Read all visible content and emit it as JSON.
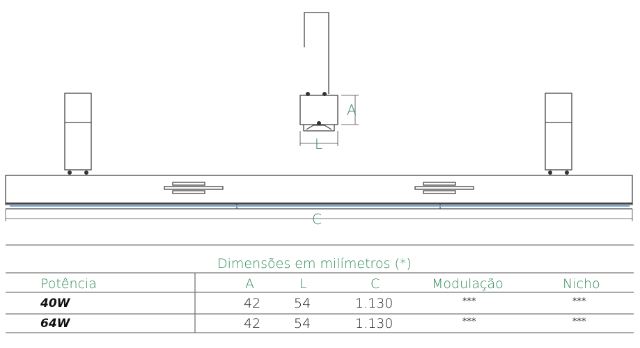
{
  "drawing": {
    "dim_a": "A",
    "dim_l": "L",
    "dim_c": "C"
  },
  "table": {
    "title": "Dimensões em milímetros (*)",
    "headers": [
      "Potência",
      "A",
      "L",
      "C",
      "Modulação",
      "Nicho"
    ],
    "rows": [
      [
        "40W",
        "42",
        "54",
        "1.130",
        "***",
        "***"
      ],
      [
        "64W",
        "42",
        "54",
        "1.130",
        "***",
        "***"
      ]
    ]
  },
  "colors": {
    "accent": "#2e8b57",
    "line": "#555555",
    "lens": "#7fb0e0"
  }
}
